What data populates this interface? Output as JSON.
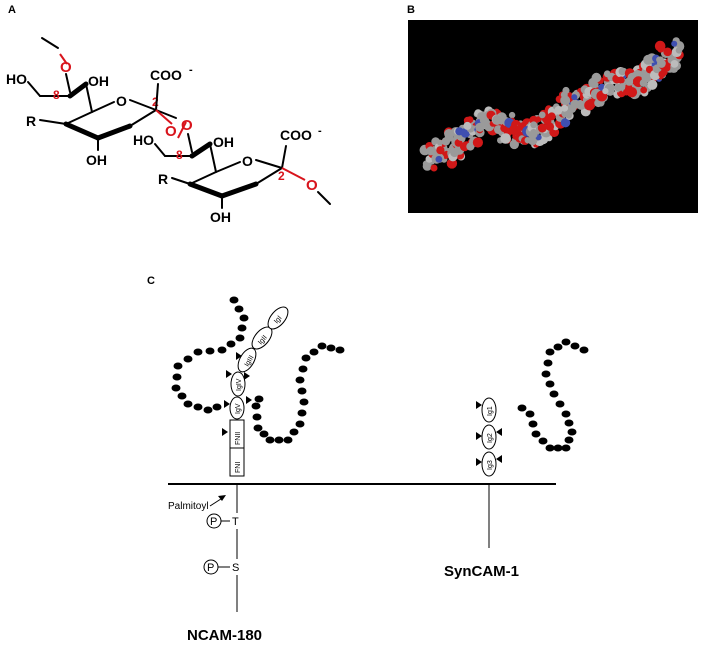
{
  "panels": {
    "a": {
      "letter": "A",
      "labels": {
        "ho_top": "HO",
        "oh_top": "OH",
        "coo_top": "COO",
        "minus": "-",
        "r_left": "R",
        "oh_bottom_left": "OH",
        "ho_mid": "HO",
        "oh_mid": "OH",
        "coo_right": "COO",
        "r_right": "R",
        "oh_bottom_right": "OH",
        "ring_o": "O",
        "link_o": "O",
        "pos8": "8",
        "pos2": "2"
      }
    },
    "b": {
      "letter": "B"
    },
    "c": {
      "letter": "C",
      "palmitoyl": "Palmitoyl",
      "phospho": "P",
      "thr": "T",
      "ser": "S",
      "ncam_name": "NCAM-180",
      "syncam_name": "SynCAM-1",
      "ncam_domains": [
        "IgI",
        "IgII",
        "IgIII",
        "IgIV",
        "IgV"
      ],
      "fn_domains": [
        "FNI",
        "FNII"
      ],
      "syncam_domains": [
        "Ig1",
        "Ig2",
        "Ig3"
      ]
    }
  },
  "colors": {
    "oxygen_red": "#d8141c",
    "molecule_background": "#000000",
    "atom_carbon": "#9a9a9a",
    "atom_oxygen": "#d01818",
    "atom_nitrogen": "#3f4fb0",
    "polysialic_dot": "#000000"
  }
}
